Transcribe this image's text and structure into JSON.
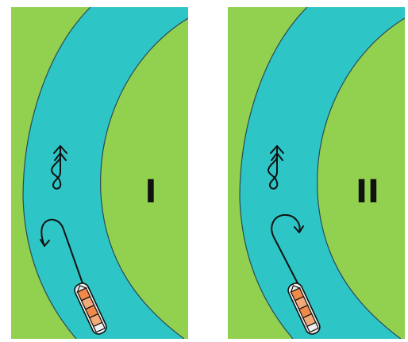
{
  "panels": [
    {
      "label": "I",
      "turn_direction": "counterclockwise"
    },
    {
      "label": "II",
      "turn_direction": "clockwise"
    }
  ],
  "colors": {
    "land": "#92d050",
    "water": "#2ec5c6",
    "bank_line": "#2a4a56",
    "boat_body": "#f08a48",
    "boat_cabin": "#f3a978",
    "boat_deck": "#eeeeee",
    "path_line": "#111111"
  },
  "icons": {
    "current_arrow": "double-headed-squiggle-arrow-icon",
    "boat": "canal-boat-icon",
    "path": "curved-path-arrow-icon"
  }
}
